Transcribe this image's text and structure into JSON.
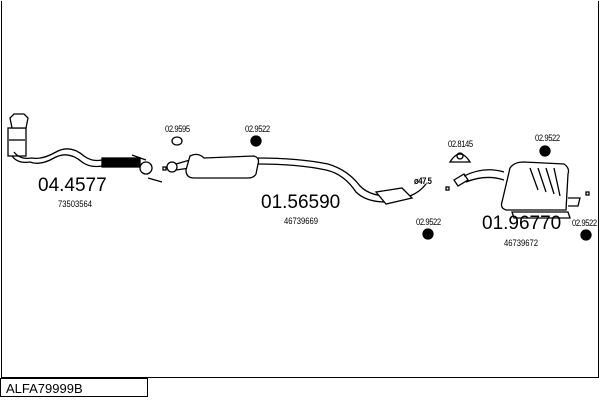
{
  "reference": "ALFA79999B",
  "parts": [
    {
      "number": "04.4577",
      "oem": "73503564"
    },
    {
      "number": "01.56590",
      "oem": "46739669"
    },
    {
      "number": "01.96770",
      "oem": "46739672"
    }
  ],
  "accessories": [
    "02.9595",
    "02.9522",
    "02.8145",
    "02.9522",
    "02.9522",
    "02.9522"
  ],
  "dimension": "ø47.5"
}
